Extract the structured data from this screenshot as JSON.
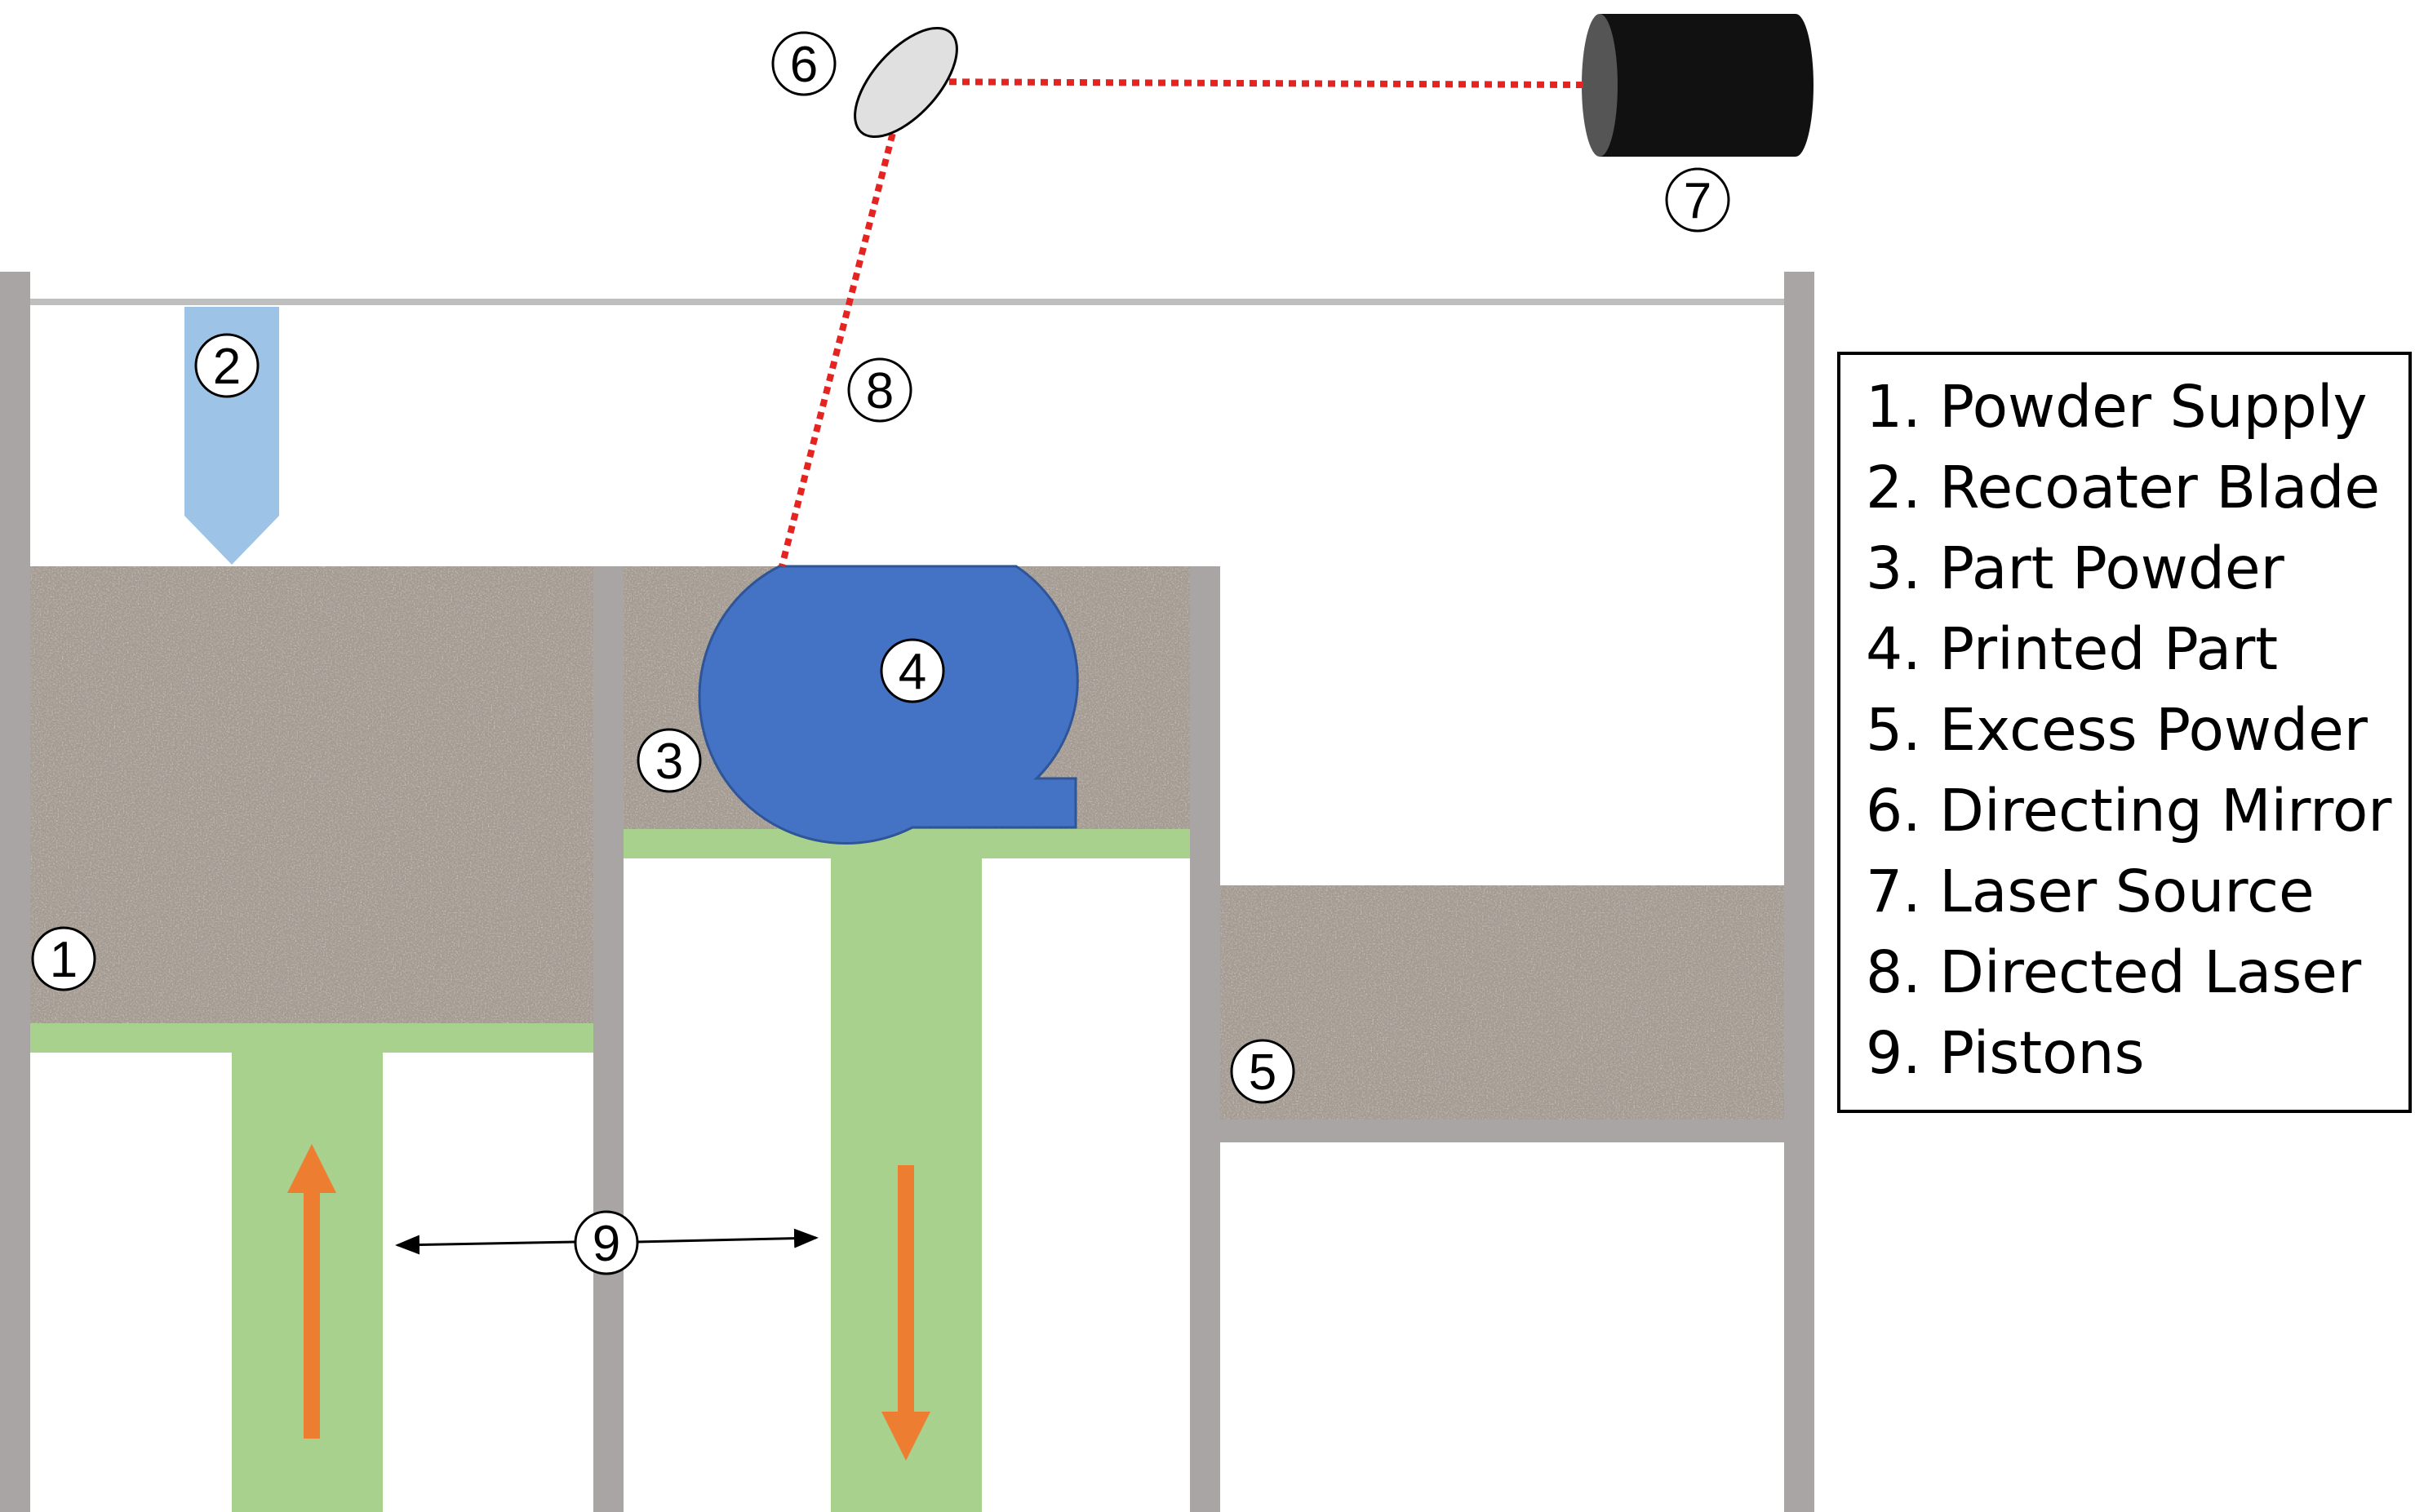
{
  "legend": {
    "items": [
      "1. Powder Supply",
      "2. Recoater Blade",
      "3. Part Powder",
      "4. Printed Part",
      "5. Excess Powder",
      "6. Directing Mirror",
      "7. Laser Source",
      "8. Directed Laser",
      "9. Pistons"
    ]
  },
  "markers": {
    "m1": "1",
    "m2": "2",
    "m3": "3",
    "m4": "4",
    "m5": "5",
    "m6": "6",
    "m7": "7",
    "m8": "8",
    "m9": "9"
  },
  "colors": {
    "wall": "#aaa5a5",
    "rail": "#bfbfbf",
    "blade": "#9dc3e6",
    "piston": "#a9d18e",
    "part": "#4472c4",
    "part_outline": "#2f5597",
    "laser": "#e52421",
    "arrow": "#ed7d31",
    "source": "#111111",
    "mirror": "#e0e0e0",
    "powder": "#a39a92"
  }
}
